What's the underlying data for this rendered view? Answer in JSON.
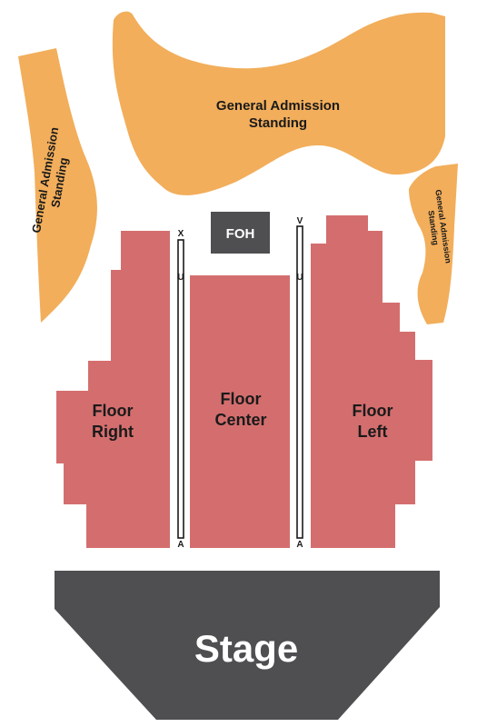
{
  "colors": {
    "general_admission": "#F2AE5B",
    "floor": "#D46E6E",
    "dark": "#4F4F52",
    "aisle_line": "#1a1a1a"
  },
  "sections": {
    "ga_top": "General Admission\nStanding",
    "ga_left": "General Admission\nStanding",
    "ga_right": "General Admission\nStanding",
    "floor_right": "Floor\nRight",
    "floor_center": "Floor\nCenter",
    "floor_left": "Floor\nLeft",
    "foh": "FOH",
    "stage": "Stage"
  },
  "row_markers": {
    "left_aisle_top": "X",
    "left_aisle_mid": "U",
    "left_aisle_bottom": "A",
    "right_aisle_top": "V",
    "right_aisle_mid": "U",
    "right_aisle_bottom": "A"
  }
}
